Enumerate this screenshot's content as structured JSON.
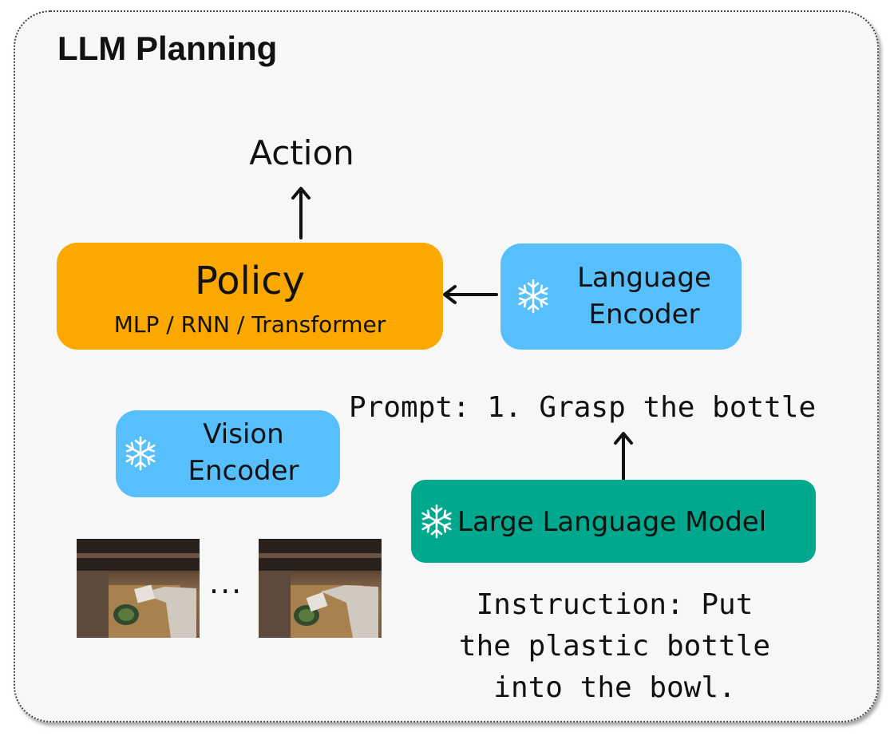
{
  "title": "LLM Planning",
  "action": "Action",
  "policy": {
    "title": "Policy",
    "subtitle": "MLP / RNN / Transformer"
  },
  "language_encoder": {
    "line1": "Language",
    "line2": "Encoder"
  },
  "vision_encoder": {
    "line1": "Vision",
    "line2": "Encoder"
  },
  "llm": {
    "label": "Large Language Model"
  },
  "prompt": "Prompt: 1. Grasp the bottle",
  "instruction": {
    "line1": "Instruction: Put",
    "line2": "the plastic bottle",
    "line3": "into the bowl."
  },
  "ellipsis": "...",
  "icons": [
    "snowflake-icon"
  ],
  "colors": {
    "policy": "#fba900",
    "encoder": "#58bffd",
    "llm": "#00a88e"
  }
}
